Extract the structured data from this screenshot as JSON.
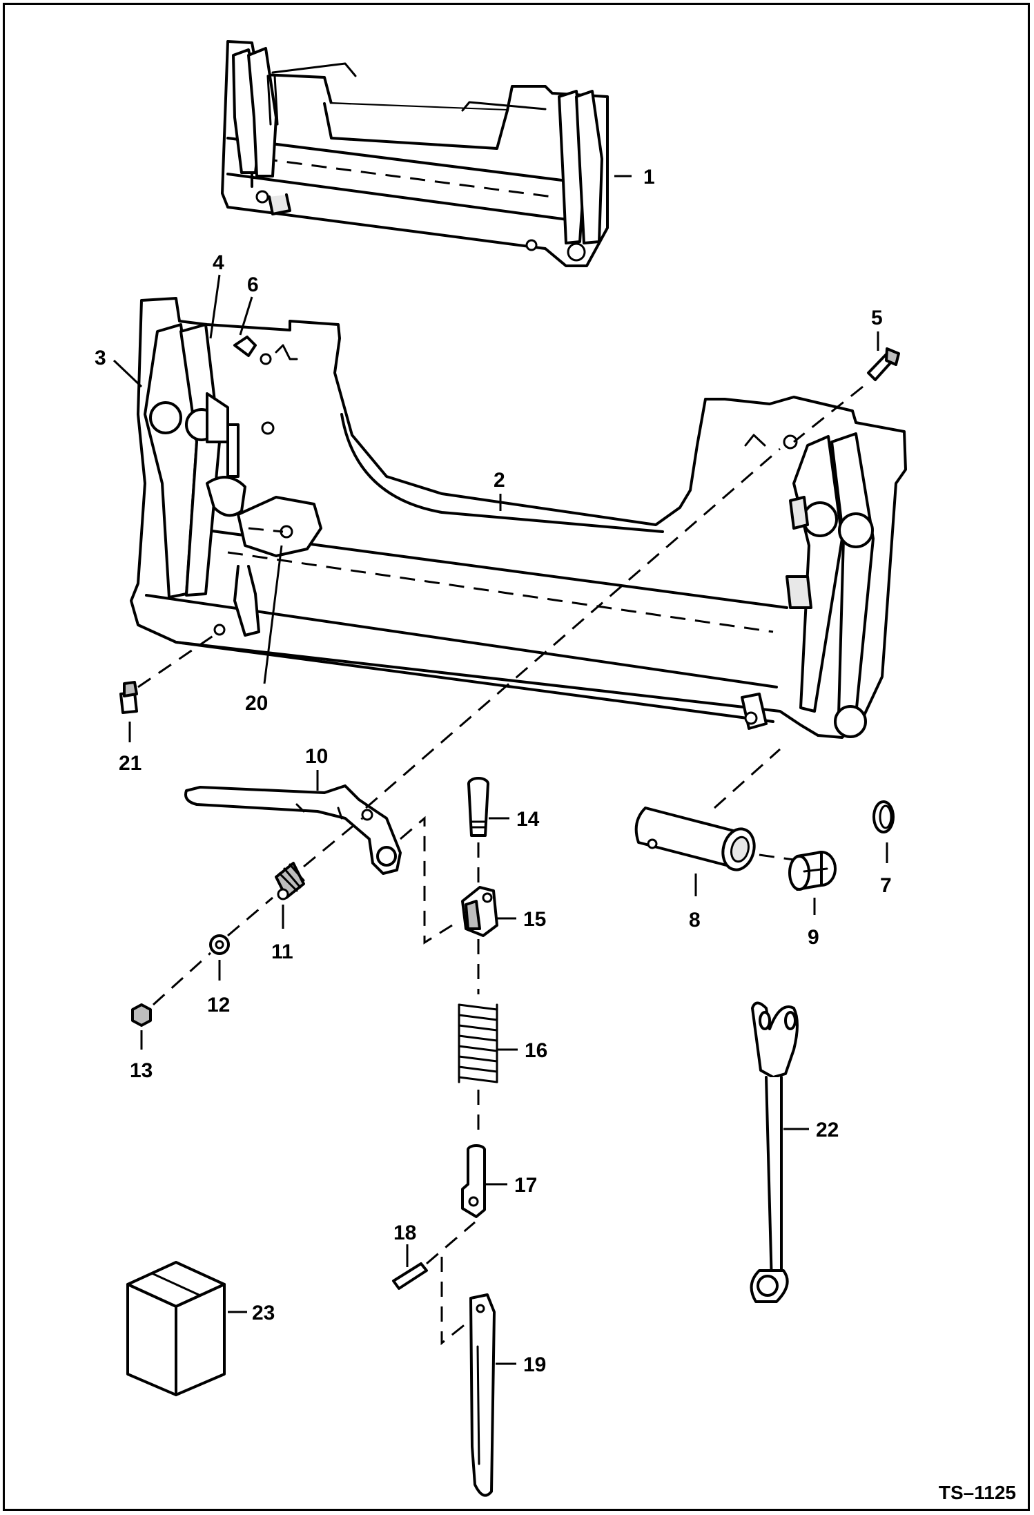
{
  "document": {
    "code": "TS–1125"
  },
  "callouts": [
    {
      "id": "c1",
      "label": "1"
    },
    {
      "id": "c2",
      "label": "2"
    },
    {
      "id": "c3",
      "label": "3"
    },
    {
      "id": "c4",
      "label": "4"
    },
    {
      "id": "c5",
      "label": "5"
    },
    {
      "id": "c6",
      "label": "6"
    },
    {
      "id": "c7",
      "label": "7"
    },
    {
      "id": "c8",
      "label": "8"
    },
    {
      "id": "c9",
      "label": "9"
    },
    {
      "id": "c10",
      "label": "10"
    },
    {
      "id": "c11",
      "label": "11"
    },
    {
      "id": "c12",
      "label": "12"
    },
    {
      "id": "c13",
      "label": "13"
    },
    {
      "id": "c14",
      "label": "14"
    },
    {
      "id": "c15",
      "label": "15"
    },
    {
      "id": "c16",
      "label": "16"
    },
    {
      "id": "c17",
      "label": "17"
    },
    {
      "id": "c18",
      "label": "18"
    },
    {
      "id": "c19",
      "label": "19"
    },
    {
      "id": "c20",
      "label": "20"
    },
    {
      "id": "c21",
      "label": "21"
    },
    {
      "id": "c22",
      "label": "22"
    },
    {
      "id": "c23",
      "label": "23"
    }
  ]
}
